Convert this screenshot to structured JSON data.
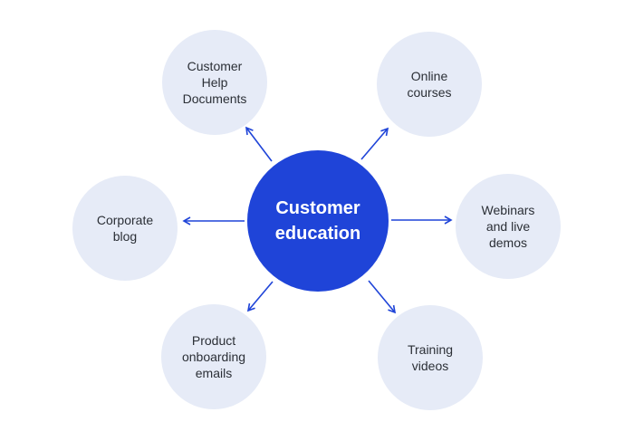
{
  "center": {
    "line1": "Customer",
    "line2": "education"
  },
  "nodes": [
    {
      "id": "help",
      "lines": [
        "Customer",
        "Help",
        "Documents"
      ]
    },
    {
      "id": "online",
      "lines": [
        "Online",
        "courses"
      ]
    },
    {
      "id": "blog",
      "lines": [
        "Corporate",
        "blog"
      ]
    },
    {
      "id": "webinars",
      "lines": [
        "Webinars",
        "and live",
        "demos"
      ]
    },
    {
      "id": "product",
      "lines": [
        "Product",
        "onboarding",
        "emails"
      ]
    },
    {
      "id": "training",
      "lines": [
        "Training",
        "videos"
      ]
    }
  ],
  "colors": {
    "hub": "#1f44d8",
    "leaf": "#e6ebf7",
    "arrow": "#1f44d8",
    "text": "#2b2f36"
  }
}
